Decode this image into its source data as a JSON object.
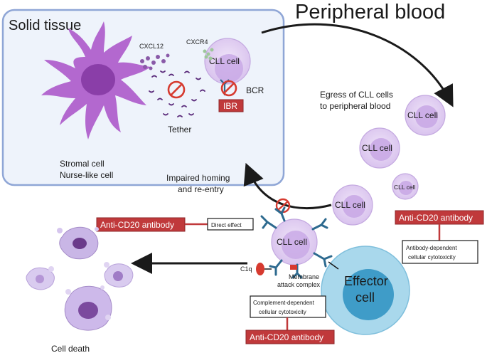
{
  "regions": {
    "solid_tissue": "Solid tissue",
    "peripheral_blood": "Peripheral blood"
  },
  "labels": {
    "cxcl12": "CXCL12",
    "cxcr4": "CXCR4",
    "bcr": "BCR",
    "ibr": "IBR",
    "tether": "Tether",
    "stromal_line1": "Stromal cell",
    "stromal_line2": "Nurse-like cell",
    "egress_line1": "Egress of CLL cells",
    "egress_line2": "to peripheral blood",
    "homing_line1": "Impaired homing",
    "homing_line2": "and re-entry",
    "direct_effect": "Direct effect",
    "c1q": "C1q",
    "mac_line1": "Membrane",
    "mac_line2": "attack complex",
    "cdc_line1": "Complement-dependent",
    "cdc_line2": "cellular cytotoxicity",
    "adcc_line1": "Antibody-dependent",
    "adcc_line2": "cellular cytotoxicity",
    "cell_death": "Cell death",
    "effector_line1": "Effector",
    "effector_line2": "cell"
  },
  "cells": {
    "tissue_cll": "CLL cell",
    "blood_cll_1": "CLL cell",
    "blood_cll_2": "CLL cell",
    "blood_cll_3": "CLL cell",
    "blood_cll_4": "CLL cell",
    "target_cll": "CLL cell"
  },
  "antibodies": {
    "left": "Anti-CD20 antibody",
    "right": "Anti-CD20 antibody",
    "bottom": "Anti-CD20 antibody"
  },
  "colors": {
    "tissue_border": "#8fa6d6",
    "tissue_fill": "#eef3fb",
    "stromal": "#b368cf",
    "stromal_nucleus": "#8a3ea8",
    "cll_outer": "#e4d3f2",
    "cll_inner": "#b58ad6",
    "effector_outer": "#a9d8ec",
    "effector_inner": "#3f9cc8",
    "antibody_box": "#c0393b",
    "inhibit": "#d63a2f",
    "antibody_ig": "#2d6a8f"
  }
}
